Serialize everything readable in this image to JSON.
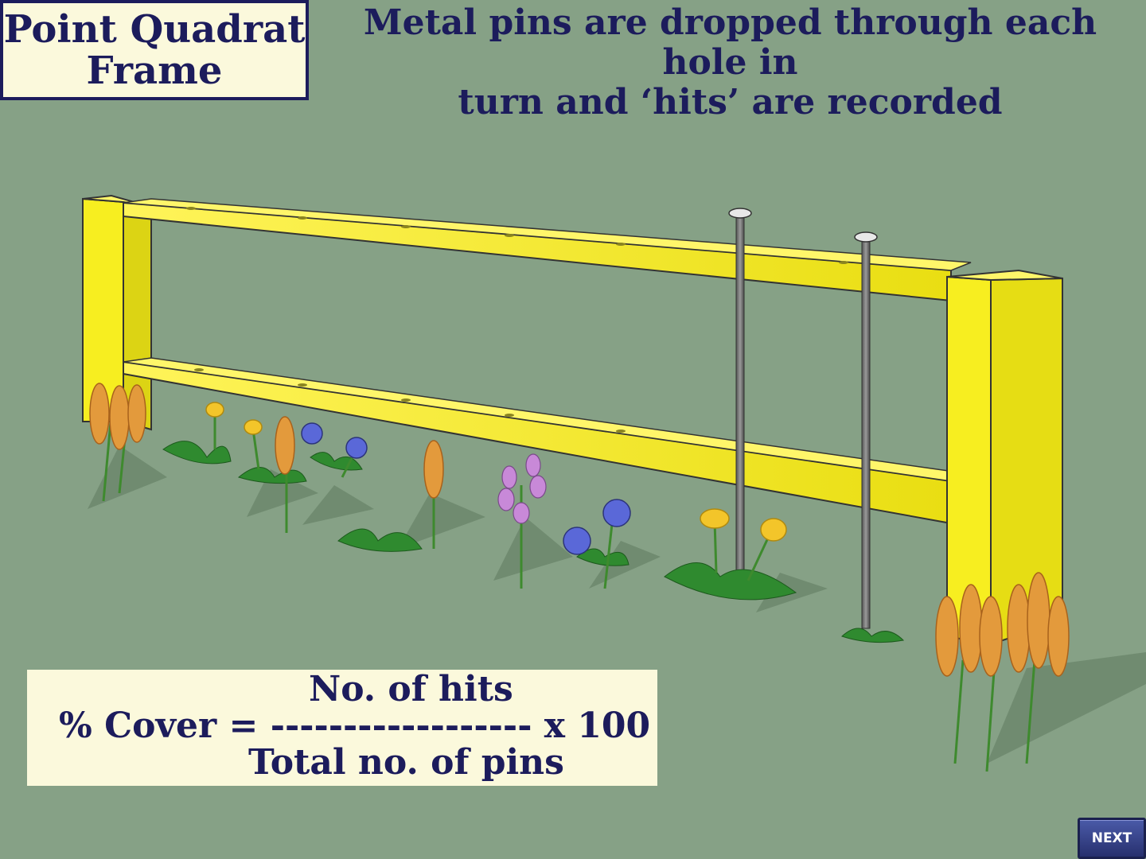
{
  "title": {
    "line1": "Point Quadrat",
    "line2": "Frame"
  },
  "caption": {
    "line1": "Metal pins are dropped through each hole in",
    "line2": "turn and ‘hits’ are recorded"
  },
  "formula": {
    "numerator": "No. of hits",
    "equation": "% Cover = ------------------ x 100",
    "denominator": "Total no. of pins"
  },
  "next_button": {
    "label": "NEXT"
  },
  "colors": {
    "background": "#86a186",
    "frame": "#f5ee1e",
    "frame_shade": "#d8d010",
    "text": "#1c1c5c",
    "panel": "#fbf9dc",
    "pin": "#6e6e6e"
  },
  "illustration": {
    "frame": "point-quadrat-frame",
    "pins_shown": 2,
    "plants": [
      "grass-head",
      "dandelion",
      "violet",
      "foxglove",
      "rosette"
    ]
  }
}
